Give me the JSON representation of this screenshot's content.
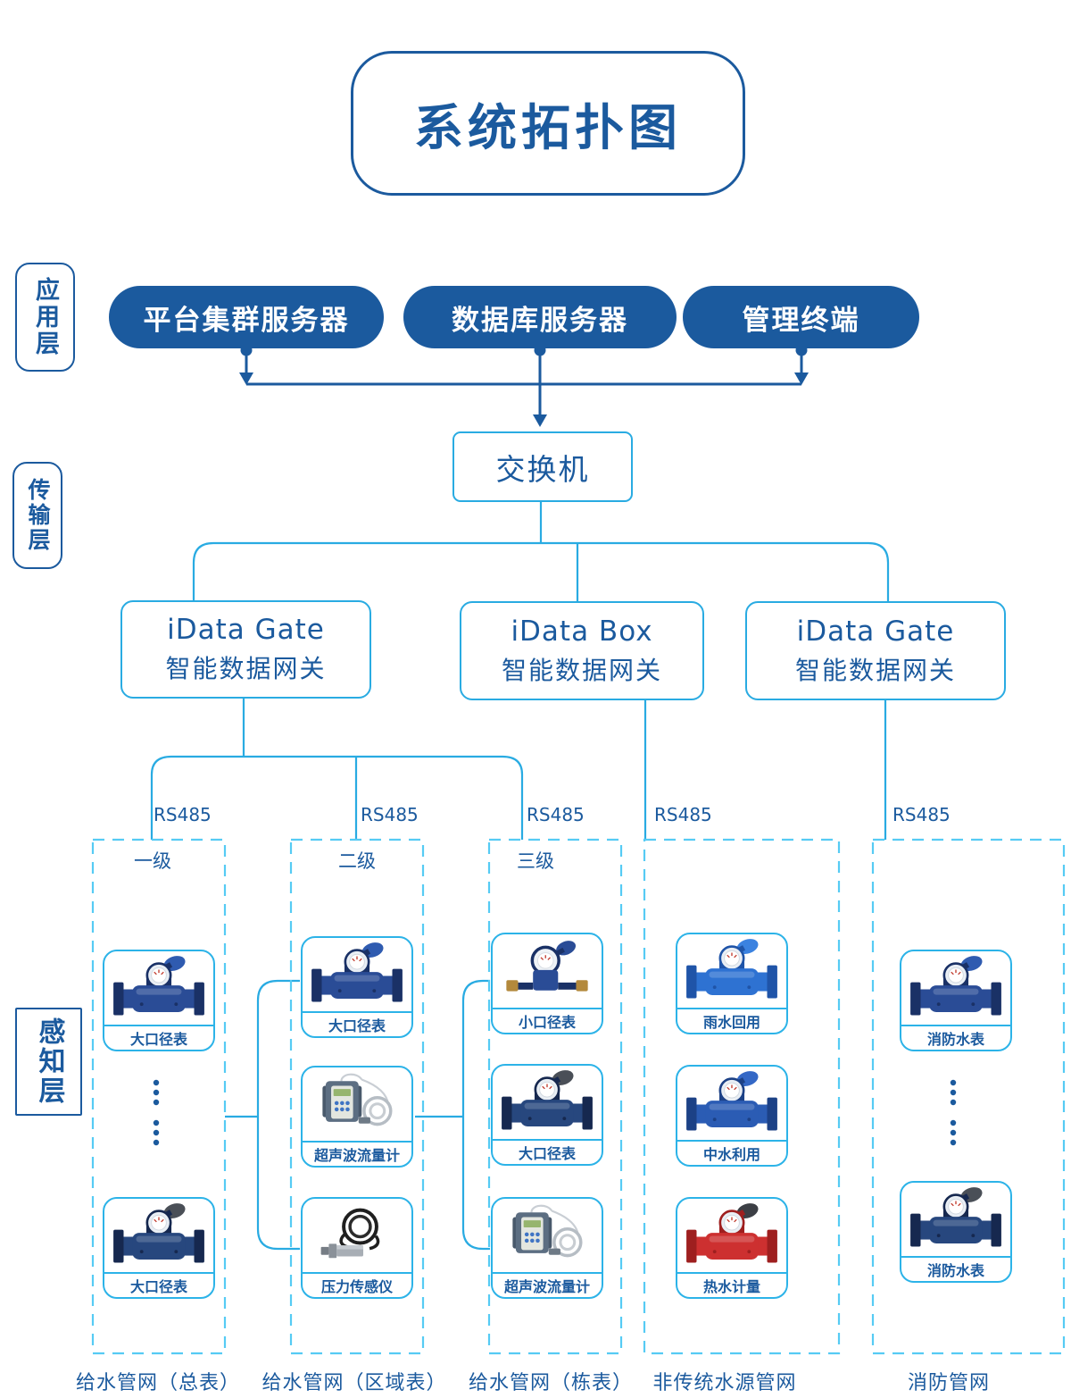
{
  "title": "系统拓扑图",
  "layers": {
    "application": "应用层",
    "transport": "传输层",
    "perception": "感知层"
  },
  "app_nodes": [
    "平台集群服务器",
    "数据库服务器",
    "管理终端"
  ],
  "switch_label": "交换机",
  "gateways": [
    {
      "name": "iData Gate",
      "subtitle": "智能数据网关"
    },
    {
      "name": "iData Box",
      "subtitle": "智能数据网关"
    },
    {
      "name": "iData Gate",
      "subtitle": "智能数据网关"
    }
  ],
  "rs485_labels": [
    "RS485",
    "RS485",
    "RS485",
    "RS485",
    "RS485"
  ],
  "columns": [
    {
      "tier": "一级",
      "footer": "给水管网（总表）",
      "has_ellipsis": true,
      "cards": [
        {
          "label": "大口径表",
          "device": "large-water-meter"
        },
        {
          "label": "大口径表",
          "device": "large-water-meter"
        }
      ]
    },
    {
      "tier": "二级",
      "footer": "给水管网（区域表）",
      "has_ellipsis": false,
      "cards": [
        {
          "label": "大口径表",
          "device": "large-water-meter"
        },
        {
          "label": "超声波流量计",
          "device": "ultrasonic-flowmeter"
        },
        {
          "label": "压力传感仪",
          "device": "pressure-sensor"
        }
      ]
    },
    {
      "tier": "三级",
      "footer": "给水管网（栋表）",
      "has_ellipsis": false,
      "cards": [
        {
          "label": "小口径表",
          "device": "small-water-meter"
        },
        {
          "label": "大口径表",
          "device": "large-water-meter"
        },
        {
          "label": "超声波流量计",
          "device": "ultrasonic-flowmeter"
        }
      ]
    },
    {
      "tier": "",
      "footer": "非传统水源管网",
      "has_ellipsis": false,
      "cards": [
        {
          "label": "雨水回用",
          "device": "large-water-meter"
        },
        {
          "label": "中水利用",
          "device": "large-water-meter"
        },
        {
          "label": "热水计量",
          "device": "hot-water-meter"
        }
      ]
    },
    {
      "tier": "",
      "footer": "消防管网",
      "has_ellipsis": true,
      "cards": [
        {
          "label": "消防水表",
          "device": "large-water-meter"
        },
        {
          "label": "消防水表",
          "device": "large-water-meter"
        }
      ]
    }
  ],
  "colors": {
    "navy": "#1b5a9e",
    "cyan": "#29abe2",
    "dashed_cyan": "#56cbf4",
    "pill_fill": "#1b5a9e",
    "pill_text": "#ffffff"
  }
}
